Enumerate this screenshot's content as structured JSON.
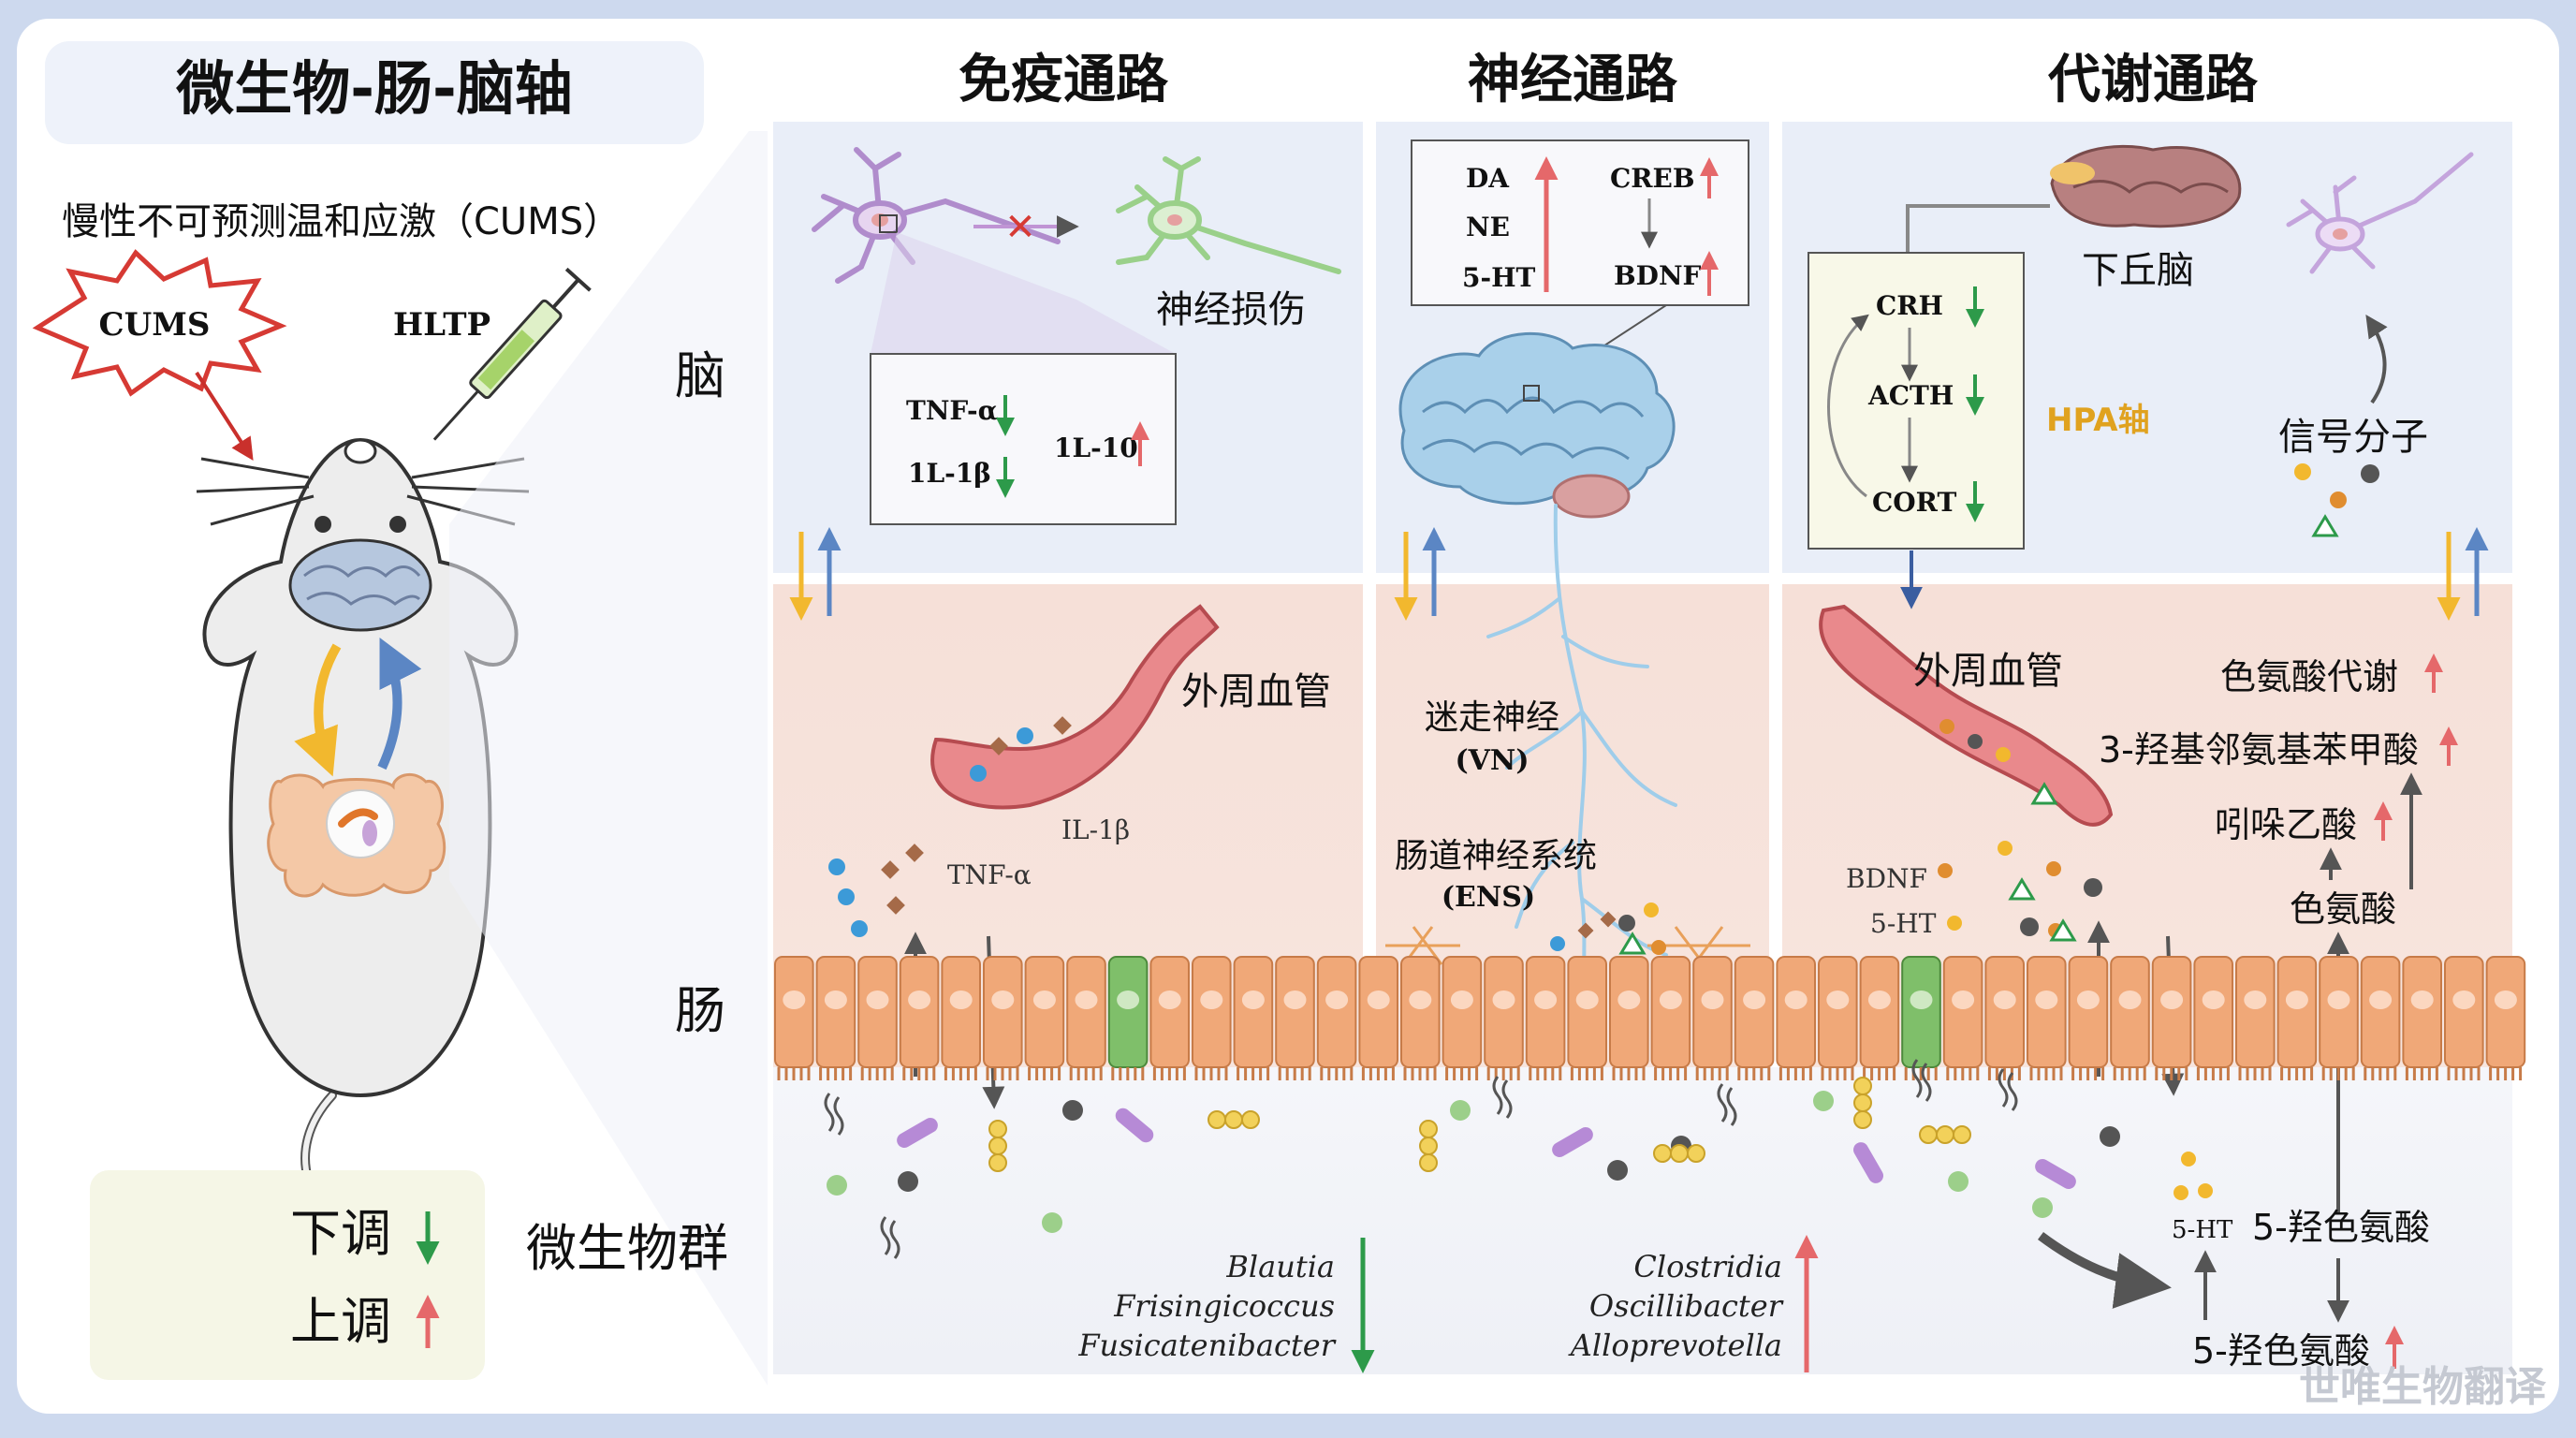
{
  "title": "微生物-肠-脑轴",
  "stress": {
    "label": "慢性不可预测温和应激（CUMS）",
    "burst": "CUMS",
    "treatment": "HLTP"
  },
  "legend": {
    "down": "下调",
    "up": "上调"
  },
  "rows": {
    "brain": "脑",
    "gut": "肠",
    "microbiota": "微生物群"
  },
  "columns": {
    "immune": "免疫通路",
    "neural": "神经通路",
    "metabolic": "代谢通路"
  },
  "immune": {
    "neuron_injury": "神经损伤",
    "cytokines_down": [
      "TNF-α",
      "1L-1β"
    ],
    "cytokine_up": "1L-10",
    "vessel": "外周血管",
    "blood_il1b": "IL-1β",
    "blood_tnf": "TNF-α",
    "bacteria_down": [
      "Blautia",
      "Frisingicoccus",
      "Fusicatenibacter"
    ]
  },
  "neural": {
    "transmitters": [
      "DA",
      "NE",
      "5-HT"
    ],
    "creb": "CREB",
    "bdnf": "BDNF",
    "vagus": "迷走神经",
    "vagus_abbr": "(VN)",
    "ens": "肠道神经系统",
    "ens_abbr": "(ENS)",
    "bacteria_up": [
      "Clostridia",
      "Oscillibacter",
      "Alloprevotella"
    ]
  },
  "metabolic": {
    "hypothalamus": "下丘脑",
    "hpa": [
      "CRH",
      "ACTH",
      "CORT"
    ],
    "hpa_label": "HPA轴",
    "signal": "信号分子",
    "vessel": "外周血管",
    "bdnf": "BDNF",
    "serotonin": "5-HT",
    "pathway": [
      "色氨酸代谢",
      "3-羟基邻氨基苯甲酸",
      "吲哚乙酸",
      "色氨酸"
    ],
    "hydroxy_trp": "5-羟色氨酸",
    "hydroxy_trp_acid": "5-羟色氨酸",
    "gut_5ht": "5-HT"
  },
  "colors": {
    "down_arrow": "#2d9a4a",
    "up_arrow": "#e5686a",
    "brain_bg": "#e9eef8",
    "gut_bg": "#f6ded6",
    "epithelium": "#f0a878",
    "enteroendocrine": "#7fbf6a",
    "accent_yellow": "#f2b82e",
    "accent_blue": "#5b86c4"
  },
  "watermark": "世唯生物翻译"
}
